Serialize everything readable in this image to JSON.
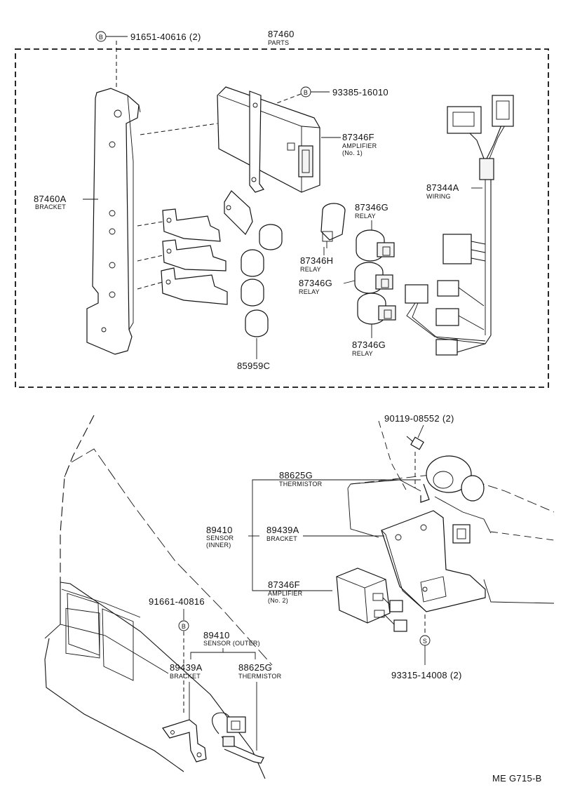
{
  "top_assembly": {
    "parts_no": "87460",
    "parts_desc": "PARTS",
    "screw_code": "B",
    "screw_no": "91651-40616 (2)",
    "bracket_no": "87460A",
    "bracket_desc": "BRACKET",
    "amp_screw_code": "B",
    "amp_screw_no": "93385-16010",
    "amp1_no": "87346F",
    "amp1_desc_a": "AMPLIFIER",
    "amp1_desc_b": "(No. 1)",
    "wiring_no": "87344A",
    "wiring_desc": "WIRING",
    "relay_g1_no": "87346G",
    "relay_g1_desc": "RELAY",
    "relay_h_no": "87346H",
    "relay_h_desc": "RELAY",
    "relay_g2_no": "87346G",
    "relay_g2_desc": "RELAY",
    "relay_g3_no": "87346G",
    "relay_g3_desc": "RELAY",
    "ring_no": "85959C"
  },
  "bottom_assembly": {
    "bolt_no": "90119-08552 (2)",
    "thermistor_no": "88625G",
    "thermistor_desc": "THERMISTOR",
    "sensor_inner_no": "89410",
    "sensor_inner_desc_a": "SENSOR",
    "sensor_inner_desc_b": "(INNER)",
    "bracket_no": "89439A",
    "bracket_desc": "BRACKET",
    "amp2_no": "87346F",
    "amp2_desc_a": "AMPLIFIER",
    "amp2_desc_b": "(No. 2)",
    "nut_code": "S",
    "nut_no": "93315-14008 (2)",
    "outer_screw_no": "91661-40816",
    "outer_screw_code": "B",
    "sensor_outer_no": "89410",
    "sensor_outer_desc": "SENSOR (OUTER)",
    "outer_bracket_no": "89439A",
    "outer_bracket_desc": "BRACKET",
    "outer_thermistor_no": "88625G",
    "outer_thermistor_desc": "THERMISTOR"
  },
  "footer": {
    "drawing_code": "ME G715-B"
  }
}
